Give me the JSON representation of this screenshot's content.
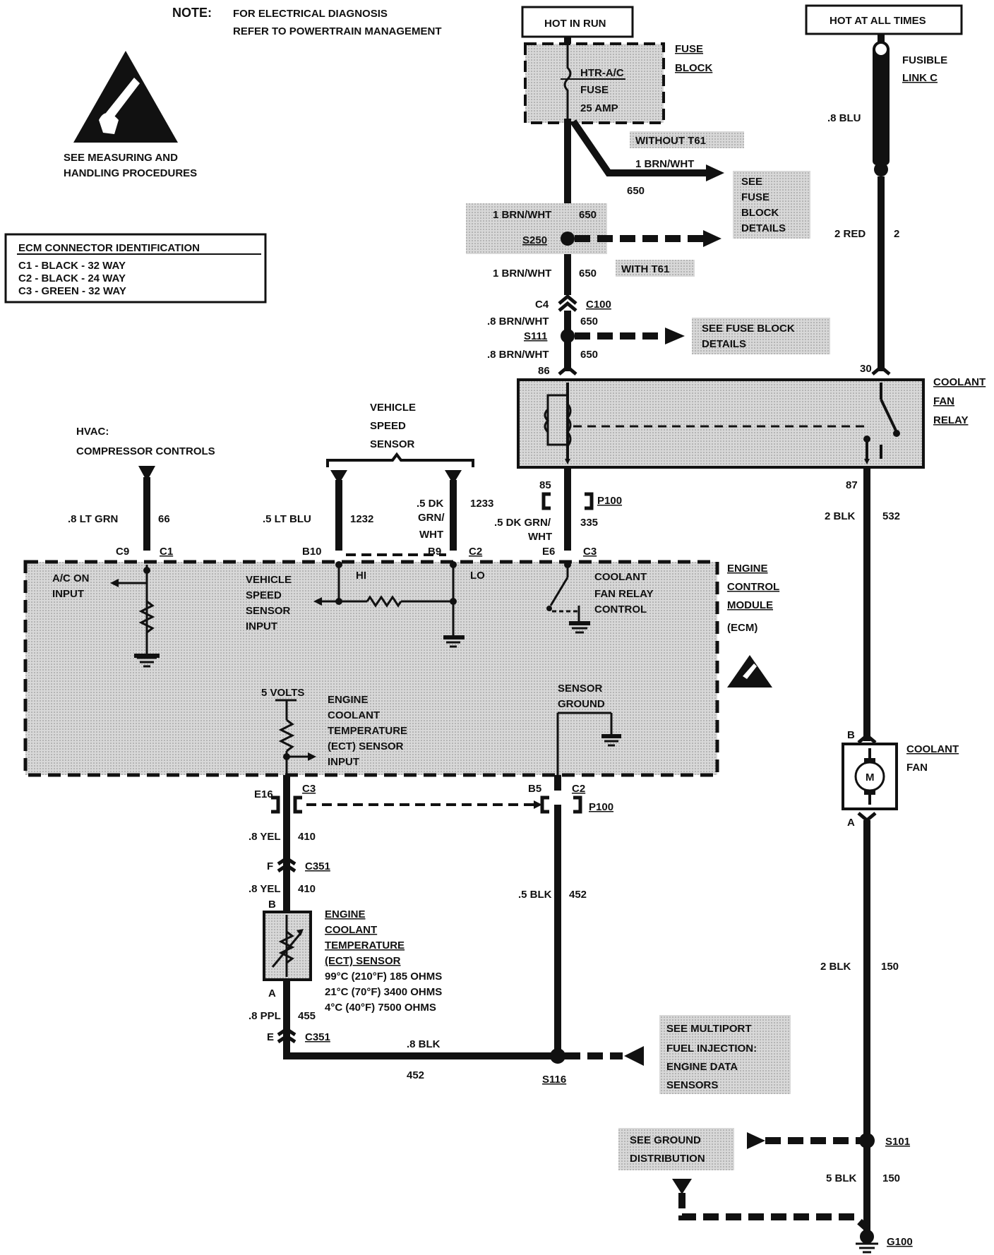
{
  "note": {
    "label": "NOTE:",
    "line1": "FOR ELECTRICAL DIAGNOSIS",
    "line2": "REFER TO  POWERTRAIN MANAGEMENT"
  },
  "esd": {
    "line1": "SEE  MEASURING AND",
    "line2": "HANDLING PROCEDURES"
  },
  "ecm_id": {
    "title": "ECM CONNECTOR IDENTIFICATION",
    "rows": [
      "C1  -  BLACK  -  32 WAY",
      "C2  -  BLACK  -  24 WAY",
      "C3  -  GREEN  -  32 WAY"
    ]
  },
  "power": {
    "hot_in_run": "HOT IN RUN",
    "hot_at_all_times": "HOT AT ALL TIMES"
  },
  "fuse_block": {
    "label1": "FUSE",
    "label2": "BLOCK",
    "fuse1": "HTR-A/C",
    "fuse2": "FUSE",
    "fuse3": "25 AMP"
  },
  "fusible_link": {
    "label1": "FUSIBLE",
    "label2": "LINK C",
    "wire": ".8 BLU"
  },
  "upper_wires": {
    "without_t61": "WITHOUT T61",
    "brn_wht_1": "1 BRN/WHT",
    "c650_a": "650",
    "see1": "SEE",
    "see2": "FUSE",
    "see3": "BLOCK",
    "see4": "DETAILS",
    "brn_wht_2": "1 BRN/WHT",
    "c650_b": "650",
    "s250": "S250",
    "brn_wht_3": "1 BRN/WHT",
    "c650_c": "650",
    "with_t61": "WITH T61",
    "red2": "2 RED",
    "c2": "2",
    "c4": "C4",
    "c100": "C100",
    "brn_wht_4": ".8 BRN/WHT",
    "c650_d": "650",
    "s111": "S111",
    "see_fb1": "SEE FUSE BLOCK",
    "see_fb2": "DETAILS",
    "brn_wht_5": ".8 BRN/WHT",
    "c650_e": "650",
    "pin86": "86",
    "pin30": "30"
  },
  "relay": {
    "l1": "COOLANT",
    "l2": "FAN",
    "l3": "RELAY",
    "pin85": "85",
    "pin87": "87"
  },
  "mid": {
    "hvac1": "HVAC:",
    "hvac2": "COMPRESSOR CONTROLS",
    "vss1": "VEHICLE",
    "vss2": "SPEED",
    "vss3": "SENSOR",
    "lt_grn": ".8 LT GRN",
    "c66": "66",
    "lt_blu": ".5 LT BLU",
    "c1232": "1232",
    "dk_grn1": ".5 DK",
    "dk_grn2": "GRN/",
    "dk_grn3": "WHT",
    "c1233": "1233",
    "p100": "P100",
    "dk_grn_wht1": ".5 DK GRN/",
    "dk_grn_wht2": "WHT",
    "c335": "335",
    "blk2": "2 BLK",
    "c532": "532",
    "c9": "C9",
    "conn_c1": "C1",
    "b10": "B10",
    "b9": "B9",
    "conn_c2": "C2",
    "e6": "E6",
    "conn_c3": "C3"
  },
  "ecm": {
    "l1": "ENGINE",
    "l2": "CONTROL",
    "l3": "MODULE",
    "l4": "(ECM)",
    "ac1": "A/C ON",
    "ac2": "INPUT",
    "vssi1": "VEHICLE",
    "vssi2": "SPEED",
    "vssi3": "SENSOR",
    "vssi4": "INPUT",
    "hi": "HI",
    "lo": "LO",
    "cfr1": "COOLANT",
    "cfr2": "FAN RELAY",
    "cfr3": "CONTROL",
    "volts": "5 VOLTS",
    "ect1": "ENGINE",
    "ect2": "COOLANT",
    "ect3": "TEMPERATURE",
    "ect4": "(ECT) SENSOR",
    "ect5": "INPUT",
    "sg1": "SENSOR",
    "sg2": "GROUND"
  },
  "fan": {
    "b": "B",
    "l1": "COOLANT",
    "l2": "FAN",
    "a": "A",
    "m": "M"
  },
  "lower": {
    "e16": "E16",
    "c3": "C3",
    "b5": "B5",
    "c2": "C2",
    "p100": "P100",
    "yel1": ".8 YEL",
    "c410a": "410",
    "f": "F",
    "c351a": "C351",
    "yel2": ".8 YEL",
    "c410b": "410",
    "blk5": ".5 BLK",
    "c452": "452",
    "b": "B",
    "ects1": "ENGINE",
    "ects2": "COOLANT",
    "ects3": "TEMPERATURE",
    "ects4": "(ECT) SENSOR",
    "ects5": "99°C (210°F) 185 OHMS",
    "ects6": "21°C (70°F) 3400 OHMS",
    "ects7": "4°C (40°F)  7500 OHMS",
    "a": "A",
    "ppl": ".8 PPL",
    "c455": "455",
    "e": "E",
    "c351b": "C351",
    "blk8": ".8 BLK",
    "c452b": "452",
    "s116": "S116",
    "mpfi1": "SEE MULTIPORT",
    "mpfi2": "FUEL INJECTION:",
    "mpfi3": "ENGINE DATA",
    "mpfi4": "SENSORS",
    "blk2b": "2 BLK",
    "c150a": "150",
    "gd1": "SEE GROUND",
    "gd2": "DISTRIBUTION",
    "s101": "S101",
    "blk5b": "5 BLK",
    "c150b": "150",
    "g100": "G100"
  }
}
